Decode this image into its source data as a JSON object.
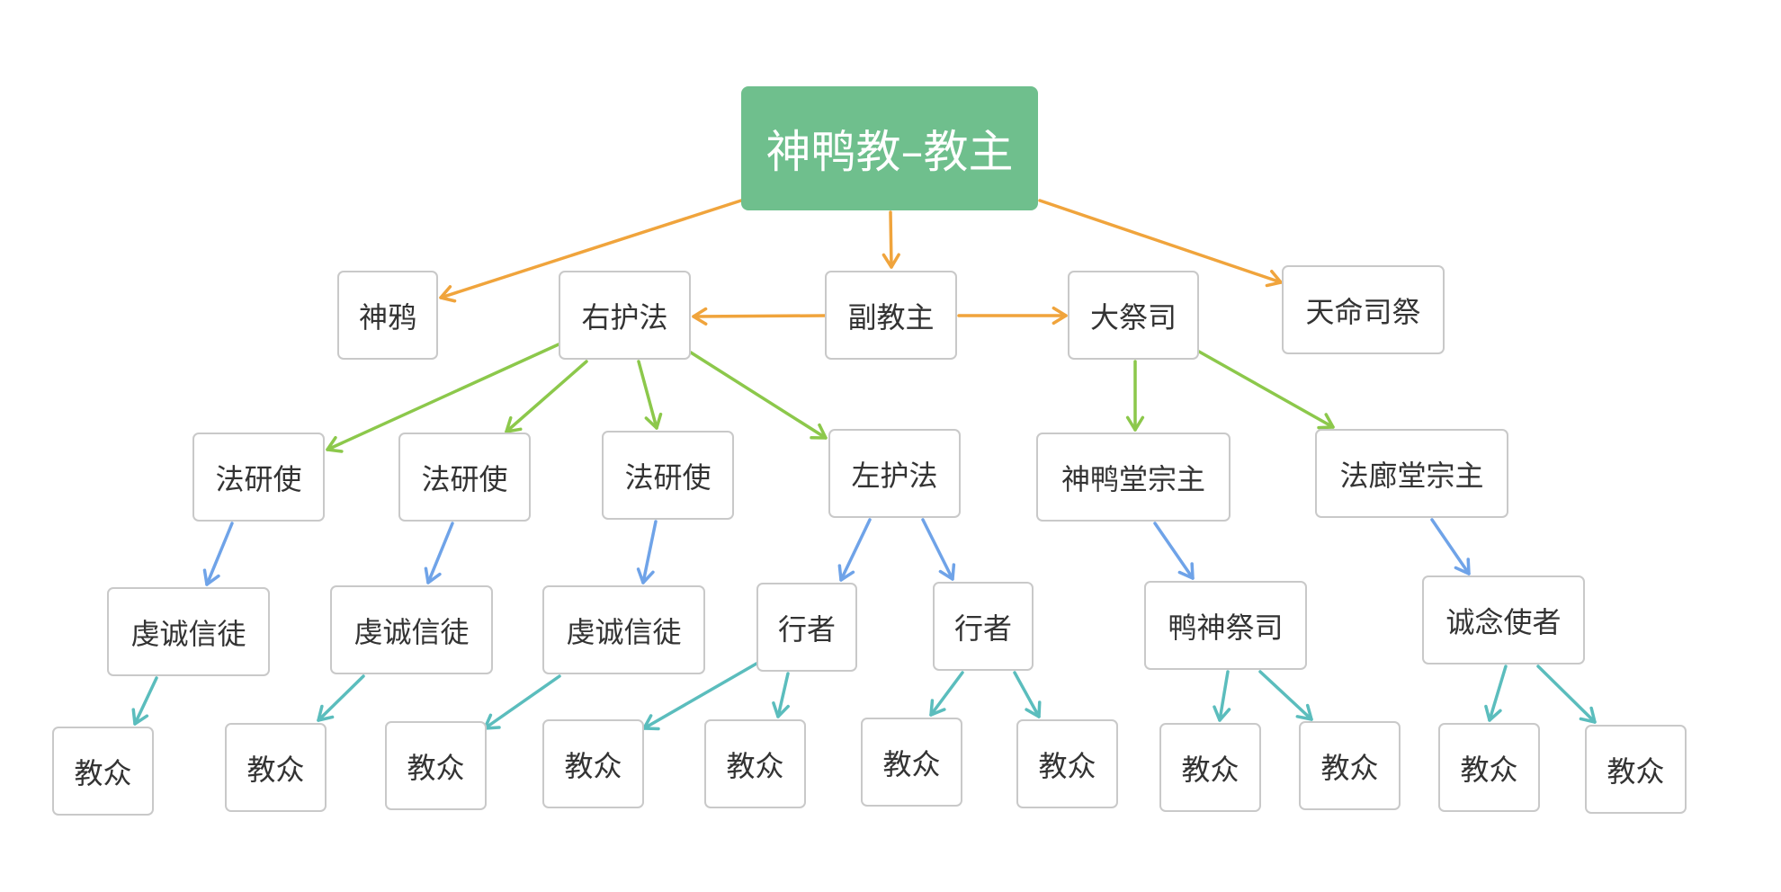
{
  "colors": {
    "orange": "#f0a43c",
    "green": "#8cc84b",
    "blue": "#6fa3e8",
    "teal": "#5bbdbd",
    "root_fill": "#6fbf8d",
    "node_border": "#c9c9c9"
  },
  "nodes": {
    "root": "神鸭教–教主",
    "shenya": "神鸦",
    "youhufa": "右护法",
    "fujiaozhu": "副教主",
    "dajisi": "大祭司",
    "tianming": "天命司祭",
    "fayan1": "法研使",
    "fayan2": "法研使",
    "fayan3": "法研使",
    "zuohufa": "左护法",
    "shenyatang": "神鸭堂宗主",
    "falangtang": "法廊堂宗主",
    "qiancheng1": "虔诚信徒",
    "qiancheng2": "虔诚信徒",
    "qiancheng3": "虔诚信徒",
    "xingzhe1": "行者",
    "xingzhe2": "行者",
    "yashenjisi": "鸭神祭司",
    "chengnian": "诚念使者",
    "jz1": "教众",
    "jz2": "教众",
    "jz3": "教众",
    "jz4": "教众",
    "jz5": "教众",
    "jz6": "教众",
    "jz7": "教众",
    "jz8": "教众",
    "jz9": "教众",
    "jz10": "教众",
    "jz11": "教众"
  }
}
